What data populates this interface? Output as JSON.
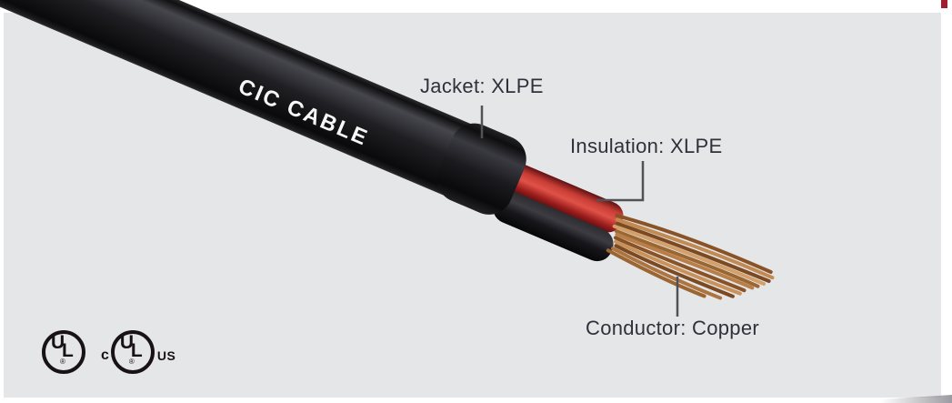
{
  "scene": {
    "cable_print": "CIC CABLE"
  },
  "callouts": {
    "jacket": {
      "label": "Jacket: XLPE"
    },
    "insulation": {
      "label": "Insulation: XLPE"
    },
    "conductor": {
      "label": "Conductor: Copper"
    }
  },
  "certifications": {
    "ul": {
      "letter_u": "U",
      "letter_l": "L",
      "registered": "®"
    },
    "cul": {
      "prefix": "c",
      "letter_u": "U",
      "letter_l": "L",
      "suffix": "US",
      "registered": "®"
    }
  },
  "colors": {
    "panel_bg": "#e5e6e8",
    "jacket_black": "#1a1a1e",
    "insulation_red": "#cf3a31",
    "conductor_copper": "#b97f49",
    "leader_line": "#515156",
    "label_text": "#30303a",
    "corner_accent": "#a01d30"
  }
}
